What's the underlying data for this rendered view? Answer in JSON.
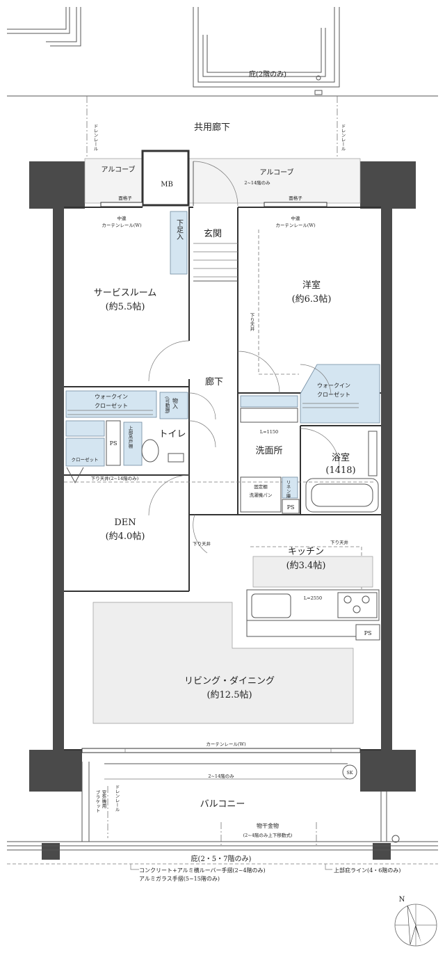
{
  "labels": {
    "hisashi_2f": "庇(2階のみ)",
    "common_corridor": "共用廊下",
    "drain_rail": "ドレンレール",
    "alcove": "アルコーブ",
    "mb": "MB",
    "floors_2_14": "2~14階のみ",
    "lattice": "面格子",
    "curtain_rail_w_top": "中連",
    "curtain_rail_w_bottom": "カーテンレール(W)",
    "entrance": "玄関",
    "shoe_box": "下足入",
    "service_room": "サービスルーム",
    "service_room_size": "(約5.5帖)",
    "western_room": "洋室",
    "western_room_size": "(約6.3帖)",
    "lowered_ceiling": "下り天井",
    "hallway": "廊下",
    "walk_in_closet": "ウォークイン",
    "walk_in_closet_2": "クローゼット",
    "storage": "物入",
    "movable_shelf": "(可動棚)",
    "ps": "PS",
    "upper_shelf": "上部吊戸棚",
    "toilet": "トイレ",
    "closet": "クローゼット",
    "washroom": "洗面所",
    "washroom_counter": "L=1150",
    "bathroom": "浴室",
    "bathroom_size": "(1418)",
    "linen": "リネン庫",
    "washing_pan": "固定棚",
    "washing_pan_2": "洗濯機パン",
    "lowered_ceiling_2_14": "下り天井(2~14階のみ)",
    "den": "DEN",
    "den_size": "(約4.0帖)",
    "kitchen": "キッチン",
    "kitchen_size": "(約3.4帖)",
    "kitchen_counter": "L=2550",
    "living_dining": "リビング・ダイニング",
    "living_dining_size": "(約12.5帖)",
    "curtain_rail": "カーテンレール(W)",
    "sk": "SK",
    "balcony": "バルコニー",
    "outdoor_unit": "室外機用",
    "outdoor_unit_2": "ブラケット",
    "clothes_hanger": "物干金物",
    "clothes_hanger_note": "(2~4階のみ上下移動式)",
    "hisashi_257": "庇(2・5・7階のみ)",
    "railing_note_1": "コンクリート+アルミ横ルーバー手摺(2~4階のみ)",
    "railing_note_2": "アルミガラス手摺(5~15階のみ)",
    "upper_hisashi_line": "上部庇ライン(4・6階のみ)",
    "north": "N"
  },
  "colors": {
    "wall": "#4a4a4a",
    "storage_blue": "#d4e5f1",
    "floor_gray": "#eeeeee"
  }
}
